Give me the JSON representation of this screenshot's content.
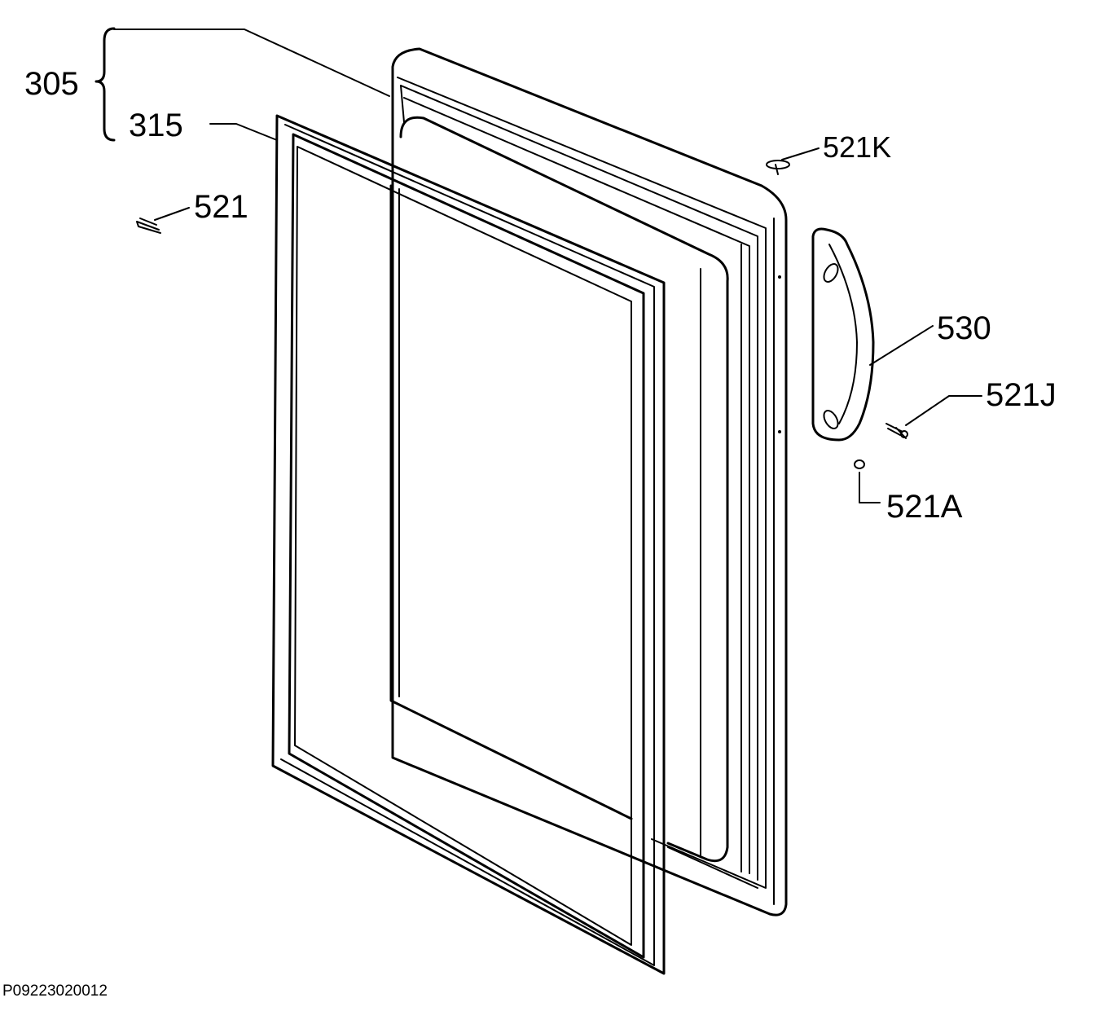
{
  "callouts": {
    "door_assembly": "305",
    "gasket": "315",
    "screw_left": "521",
    "screw_top": "521K",
    "handle": "530",
    "screw_handle": "521J",
    "washer": "521A"
  },
  "document_id": "P09223020012"
}
